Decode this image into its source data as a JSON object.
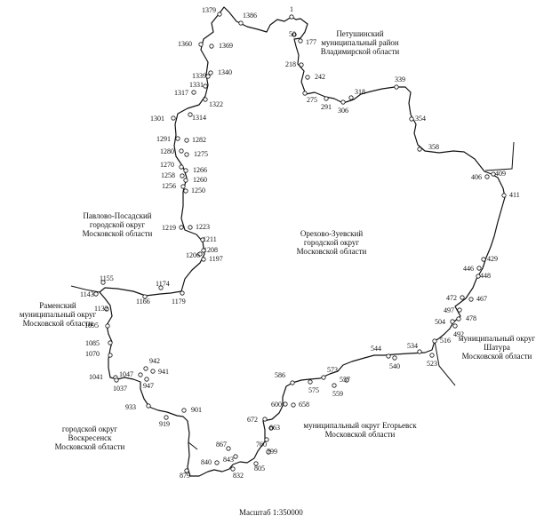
{
  "regions": {
    "petushinsky": "Петушинский\nмуниципальный район\nВладимирской области",
    "pavlovo_posad": "Павлово-Посадский\nгородской округ\nМосковской области",
    "orekhovo_zuevo": "Орехово-Зуевский\nгородской округ\nМосковской области",
    "shatura": "муниципальный округ\nШатура\nМосковской области",
    "ramensky": "Раменский\nмуниципальный округ\nМосковской области",
    "voskresensk": "городской округ\nВоскресенск\nМосковской области",
    "egoryevsk": "муниципальный округ Егорьевск\nМосковской области"
  },
  "scale": "Масштаб 1:350000",
  "point_labels": [
    "1",
    "50",
    "177",
    "1379",
    "1386",
    "1360",
    "1369",
    "218",
    "242",
    "275",
    "291",
    "306",
    "318",
    "339",
    "1339",
    "1340",
    "1331",
    "1322",
    "1317",
    "1314",
    "1301",
    "354",
    "1291",
    "1282",
    "1280",
    "1275",
    "358",
    "1270",
    "1266",
    "1258",
    "1260",
    "1256",
    "1250",
    "409",
    "406",
    "411",
    "1219",
    "1223",
    "1211",
    "1208",
    "1206",
    "1197",
    "429",
    "446",
    "448",
    "1155",
    "1174",
    "1143",
    "1166",
    "1179",
    "472",
    "467",
    "1132",
    "497",
    "504",
    "492",
    "478",
    "1095",
    "516",
    "544",
    "534",
    "1085",
    "1070",
    "540",
    "523",
    "942",
    "1047",
    "941",
    "573",
    "586",
    "557",
    "1041",
    "947",
    "575",
    "1037",
    "559",
    "600",
    "658",
    "933",
    "901",
    "919",
    "672",
    "663",
    "760",
    "867",
    "799",
    "843",
    "840",
    "805",
    "832",
    "879"
  ]
}
